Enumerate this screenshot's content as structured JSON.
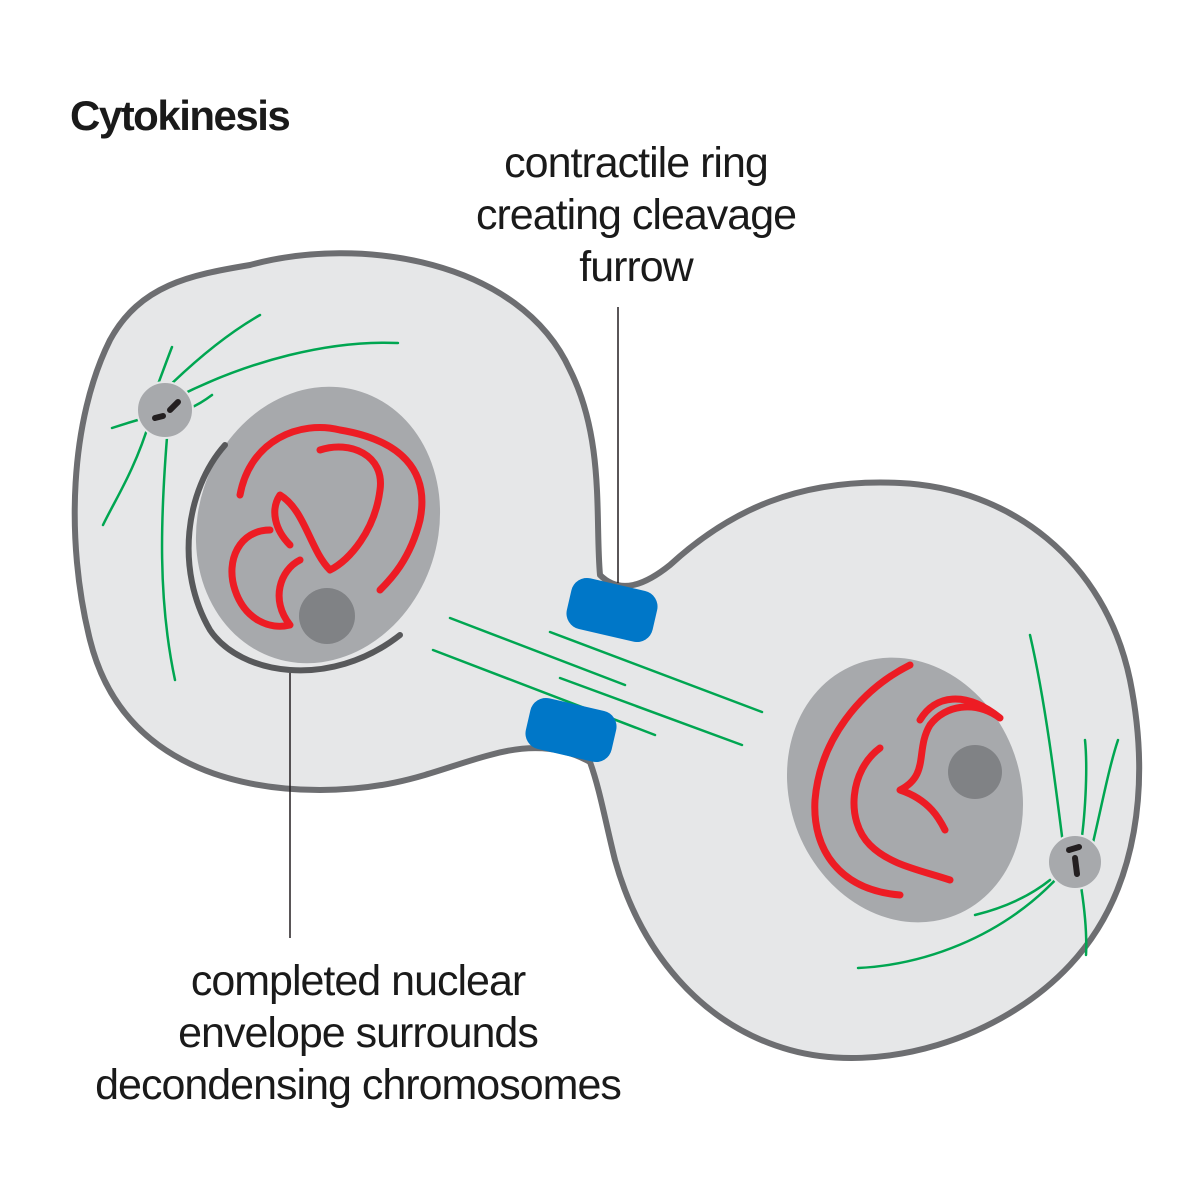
{
  "title": "Cytokinesis",
  "labels": {
    "contractile_ring": [
      "contractile ring",
      "creating cleavage",
      "furrow"
    ],
    "nuclear_envelope": [
      "completed nuclear",
      "envelope surrounds",
      "decondensing chromosomes"
    ]
  },
  "colors": {
    "cytoplasm": "#e6e7e8",
    "membrane": "#6d6e71",
    "nucleus": "#a7a9ac",
    "nucleolus": "#808285",
    "chromosome": "#ed1c24",
    "microtubule": "#00a651",
    "contractile_ring": "#0077c8",
    "centrosome": "#a7a9ac",
    "centriole": "#231f20",
    "envelope": "#58595b",
    "leader_line": "#231f20"
  }
}
